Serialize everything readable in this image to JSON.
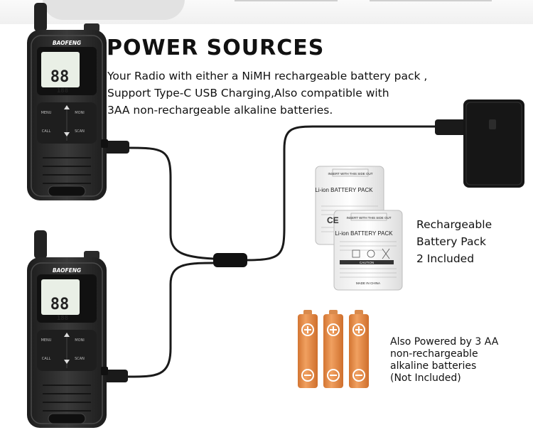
{
  "heading": {
    "title": "POWER SOURCES",
    "lines": [
      "Your Radio with either a NiMH rechargeable battery pack ,",
      "Support Type-C USB Charging,Also compatible with",
      "3AA non-rechargeable alkaline batteries."
    ]
  },
  "radios": [
    {
      "brand": "BAOFENG",
      "display_digits": "88",
      "display_small": "188",
      "buttons": {
        "menu": "MENU",
        "moni": "MONI",
        "call": "CALL",
        "scan": "SCAN"
      }
    },
    {
      "brand": "BAOFENG",
      "display_digits": "88",
      "display_small": "188",
      "buttons": {
        "menu": "MENU",
        "moni": "MONI",
        "call": "CALL",
        "scan": "SCAN"
      }
    }
  ],
  "battery_pack": {
    "label_top": "INSERT WITH THIS SIDE OUT",
    "label_name": "Li-ion BATTERY PACK",
    "caution": "CAUTION",
    "made_in": "MADE IN CHINA",
    "ce_mark": "CE"
  },
  "rechargeable_caption": [
    "Rechargeable",
    "Battery Pack",
    "2 Included"
  ],
  "aa_caption": [
    "Also Powered by 3 AA",
    "non-rechargeable",
    "alkaline batteries",
    "(Not Included)"
  ],
  "colors": {
    "radio_body": "#2b2b2b",
    "display": "#e9efe6",
    "aa_battery": "#e58c43",
    "cable": "#1a1a1a"
  }
}
